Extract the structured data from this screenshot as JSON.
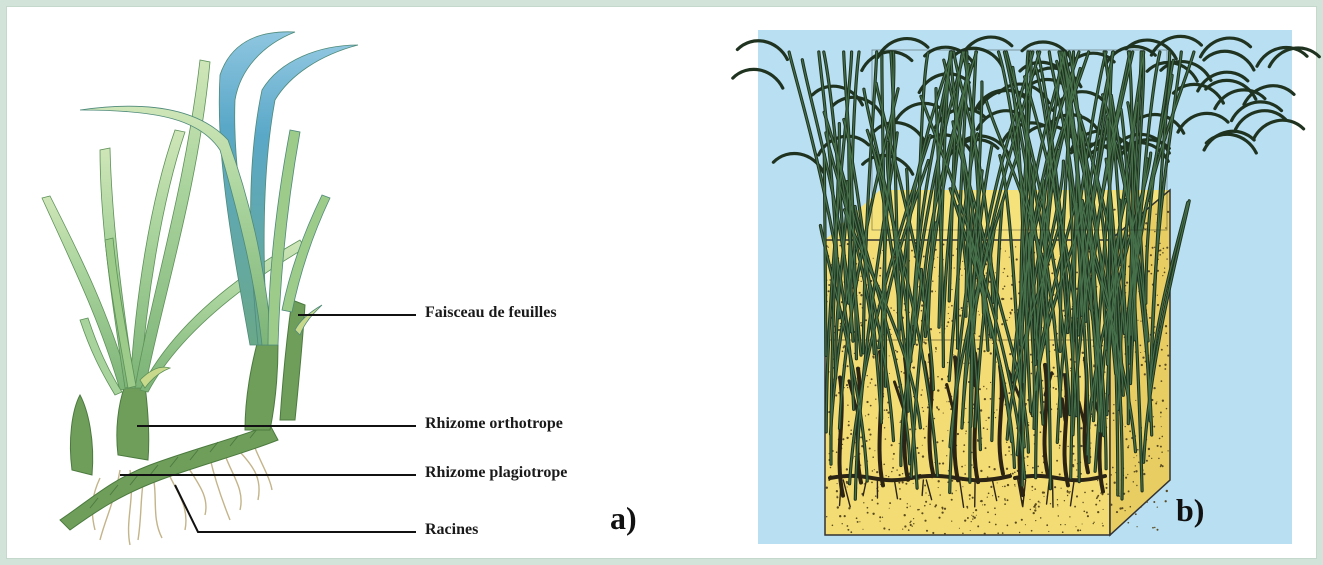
{
  "panel_a": {
    "tag": "a)",
    "labels": {
      "leaves": "Faisceau de feuilles",
      "ortho": "Rhizome orthotrope",
      "plagio": "Rhizome plagiotrope",
      "roots": "Racines"
    }
  },
  "panel_b": {
    "tag": "b)"
  },
  "colors": {
    "leaf_light": "#b9d79a",
    "leaf_mid": "#7fb58a",
    "leaf_blue": "#5aa8c8",
    "rhizome": "#6d9a5a",
    "root": "#c9b98a",
    "panel_b_bg": "#b9dff2",
    "sediment": "#f3dc73",
    "seagrass_dark": "#2f4a2f"
  }
}
